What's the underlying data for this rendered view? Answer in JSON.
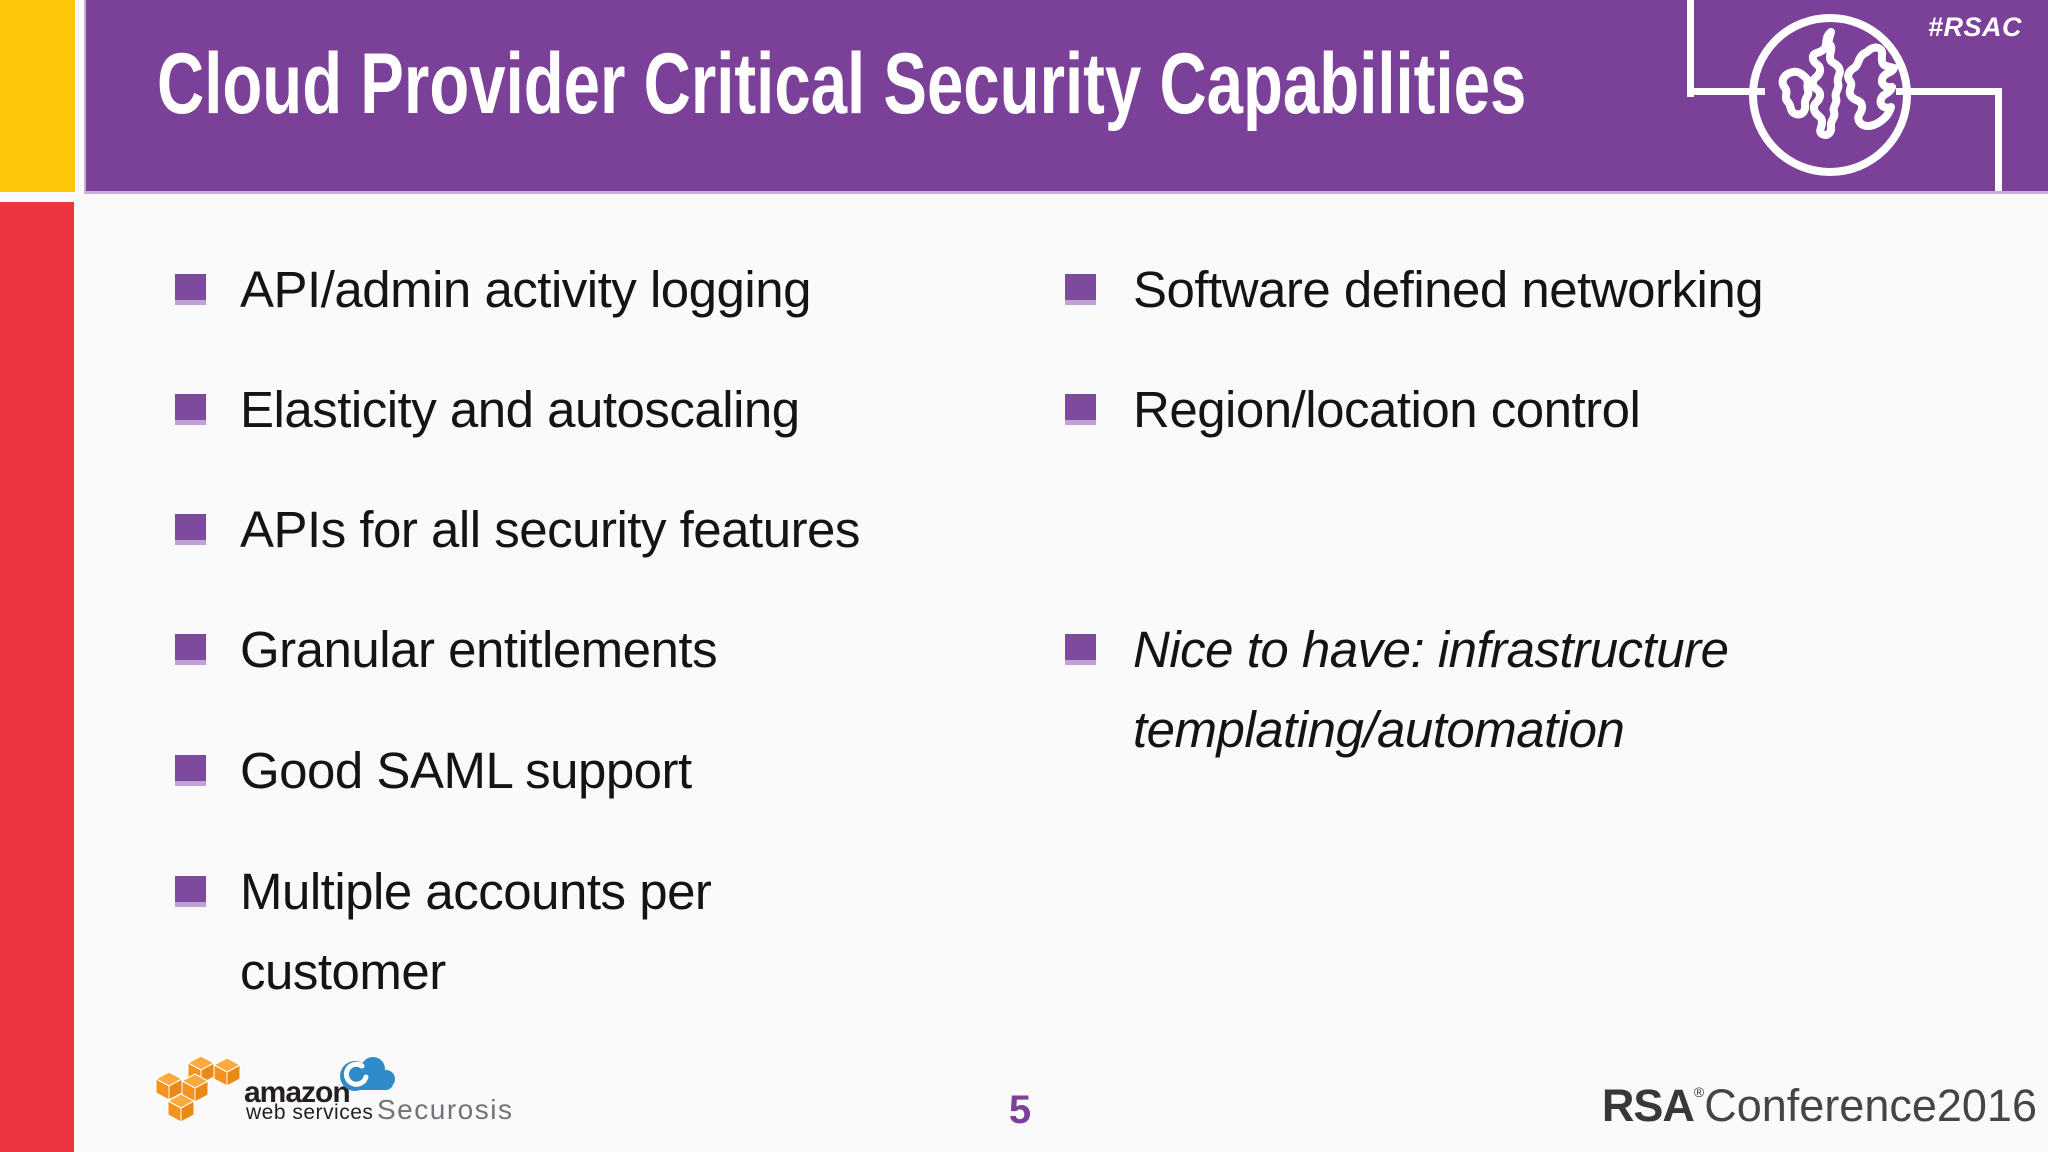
{
  "slide": {
    "title": "Cloud Provider Critical Security Capabilities",
    "hashtag": "#RSAC",
    "page_number": "5"
  },
  "bullets": {
    "left": [
      {
        "line1": "API/admin activity logging",
        "line2": ""
      },
      {
        "line1": "Elasticity and autoscaling",
        "line2": ""
      },
      {
        "line1": "APIs for all security features",
        "line2": ""
      },
      {
        "line1": "Granular entitlements",
        "line2": ""
      },
      {
        "line1": "Good SAML support",
        "line2": ""
      },
      {
        "line1": "Multiple accounts per",
        "line2": "customer"
      }
    ],
    "right": [
      {
        "line1": "Software defined networking",
        "line2": ""
      },
      {
        "line1": "Region/location control",
        "line2": ""
      },
      {
        "line1": "Nice to have: infrastructure",
        "line2": "templating/automation"
      }
    ]
  },
  "footer": {
    "aws_name": "amazon",
    "aws_sub": "web services",
    "securosis_name": "Securosis",
    "rsa_bold": "RSA",
    "rsa_reg": "®",
    "rsa_light": "Conference2016"
  },
  "icons": {
    "globe": "globe-icon",
    "bullet": "square-bullet-icon",
    "aws_boxes": "aws-cubes-icon",
    "securosis_cloud": "cloud-s-icon"
  },
  "colors": {
    "banner_purple": "#7b4097",
    "bullet_purple": "#7d4a9e",
    "accent_yellow": "#fdc808",
    "accent_red": "#ec343e",
    "page_number_purple": "#7c3f9c",
    "aws_orange": "#f6921e",
    "securosis_blue": "#2f8cc9",
    "text_black": "#141414",
    "rsa_dark": "#38383a"
  }
}
